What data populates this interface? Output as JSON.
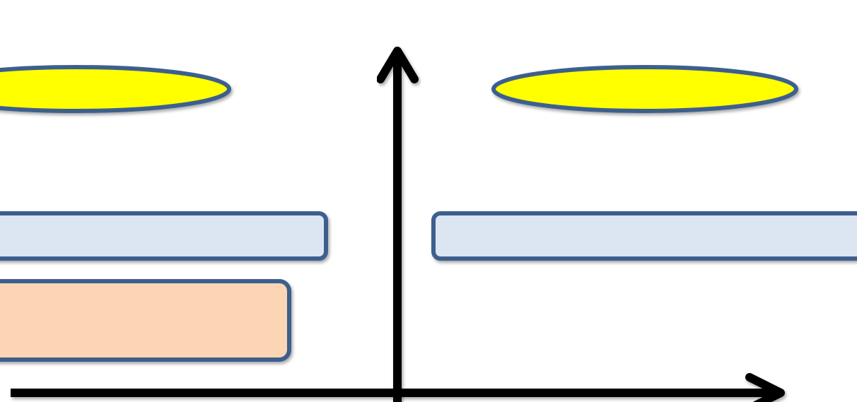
{
  "diagram": {
    "colors": {
      "background": "#ffffff",
      "outline": "#3c5f8e",
      "ellipse_fill": "#ffff00",
      "light_blue_fill": "#dce6f2",
      "peach_fill": "#fcd5b5",
      "axis": "#000000"
    },
    "shapes": [
      {
        "kind": "ellipse",
        "name": "left-yellow-ellipse",
        "fill": "ellipse_fill"
      },
      {
        "kind": "ellipse",
        "name": "right-yellow-ellipse",
        "fill": "ellipse_fill"
      },
      {
        "kind": "rounded-rect",
        "name": "left-light-blue-bar",
        "fill": "light_blue_fill"
      },
      {
        "kind": "rounded-rect",
        "name": "right-light-blue-bar",
        "fill": "light_blue_fill"
      },
      {
        "kind": "rounded-rect",
        "name": "left-peach-box",
        "fill": "peach_fill"
      }
    ],
    "axes": [
      {
        "name": "vertical-axis-arrow",
        "direction": "up"
      },
      {
        "name": "horizontal-axis-arrow",
        "direction": "right"
      }
    ]
  }
}
